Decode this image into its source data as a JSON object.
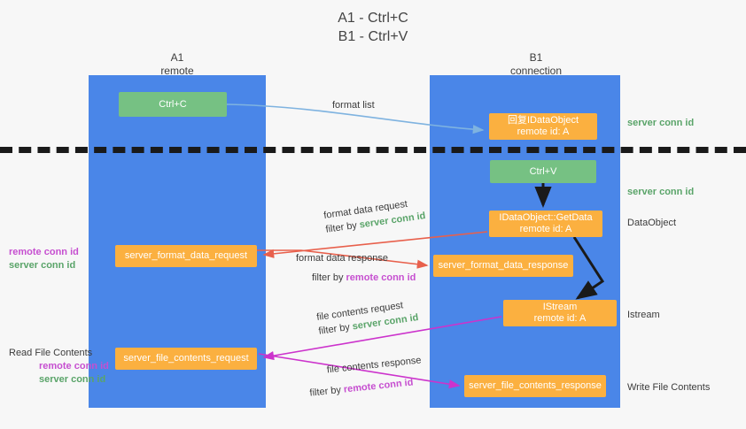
{
  "title": {
    "line1": "A1 - Ctrl+C",
    "line2": "B1 - Ctrl+V"
  },
  "columns": [
    {
      "name": "A1",
      "subtitle": "remote"
    },
    {
      "name": "B1",
      "subtitle": "connection"
    }
  ],
  "nodes": {
    "ctrl_c": {
      "line1": "Ctrl+C",
      "line2": "",
      "color": "#76c183"
    },
    "idataobject": {
      "line1": "回复IDataObject",
      "line2": "remote id: A",
      "color": "#fbb040"
    },
    "ctrl_v": {
      "line1": "Ctrl+V",
      "line2": "",
      "color": "#76c183"
    },
    "getdata": {
      "line1": "IDataObject::GetData",
      "line2": "remote id: A",
      "color": "#fbb040"
    },
    "format_data_request": {
      "line1": "server_format_data_request",
      "line2": "",
      "color": "#fbb040"
    },
    "format_data_response": {
      "line1": "server_format_data_response",
      "line2": "",
      "color": "#fbb040"
    },
    "istream": {
      "line1": "IStream",
      "line2": "remote id: A",
      "color": "#fbb040"
    },
    "file_contents_request": {
      "line1": "server_file_contents_request",
      "line2": "",
      "color": "#fbb040"
    },
    "file_contents_response": {
      "line1": "server_file_contents_response",
      "line2": "",
      "color": "#fbb040"
    }
  },
  "edge_labels": {
    "format_list": {
      "text": "format list"
    },
    "format_data_request": {
      "line1": "format data request",
      "filter_prefix": "filter by ",
      "filter_key": "server conn id"
    },
    "format_data_response": {
      "line1": "format data response",
      "filter_prefix": "filter by ",
      "filter_key": "remote conn id"
    },
    "file_contents_request": {
      "line1": "file contents request",
      "filter_prefix": "filter by ",
      "filter_key": "server conn id"
    },
    "file_contents_response": {
      "line1": "file contents response",
      "filter_prefix": "filter by ",
      "filter_key": "remote conn id"
    }
  },
  "annotations": {
    "server_conn_id_top": "server conn id",
    "server_conn_id_mid": "server conn id",
    "dataobject": "DataObject",
    "istream": "Istream",
    "write_file_contents": "Write File Contents",
    "left_remote_conn_id_1": "remote conn id",
    "left_server_conn_id_1": "server conn id",
    "read_file_contents": "Read File Contents",
    "left_remote_conn_id_2": "remote conn id",
    "left_server_conn_id_2": "server conn id"
  },
  "colors": {
    "lane": "#4a86e8",
    "green_node": "#76c183",
    "orange_node": "#fbb040",
    "server_key": "#5aa469",
    "remote_key": "#c64fd0",
    "arrow_blue": "#7fb3e0",
    "arrow_red": "#e8604c",
    "arrow_magenta": "#cc33cc",
    "arrow_black": "#1a1a1a",
    "background": "#f7f7f7"
  }
}
